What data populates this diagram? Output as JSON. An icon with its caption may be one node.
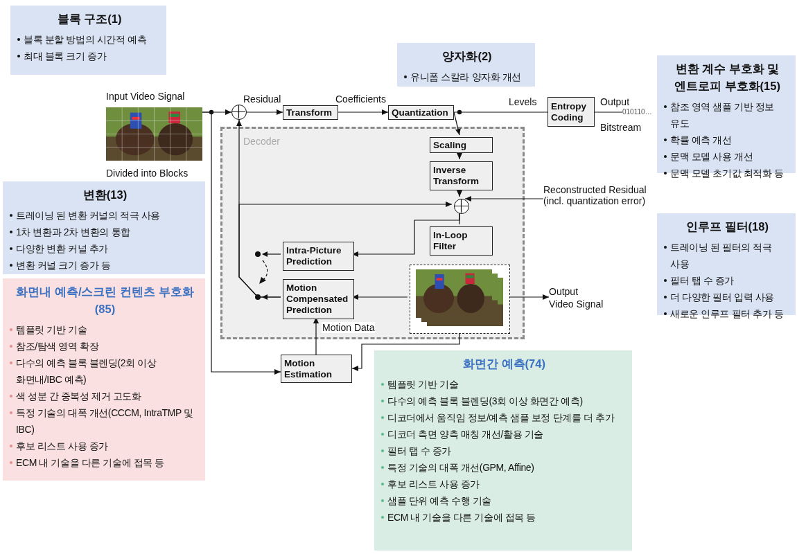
{
  "diagram": {
    "nodes": [
      {
        "text": [
          "블록 구조(1)",
          "블록 분할 방법의 시간적 예측",
          "최대 블록 크기 증가"
        ]
      },
      {
        "text": [
          "양자화(2)",
          "유니폼 스칼라 양자화 개선"
        ]
      },
      {
        "text": [
          "변환 계수 부호화 및 엔트로피 부호화(15)",
          "참조 영역 샘플 기반 정보 유도",
          "확률 예측 개선",
          "문맥 모델 사용 개선",
          "문맥 모델 초기값 최적화 등"
        ]
      },
      {
        "text": [],
        "shape": "picture",
        "beside": [
          "Input Video Signal",
          "Divided into Blocks"
        ]
      },
      {
        "text": [],
        "shape": "circle"
      },
      {
        "text": [
          "Transform"
        ]
      },
      {
        "text": [
          "Quantization"
        ]
      },
      {
        "text": [
          "Entropy Coding"
        ]
      },
      {
        "text": [
          "010110…"
        ],
        "beside": [
          "Output",
          "Bitstream"
        ]
      },
      {
        "text": [
          "Decoder"
        ]
      },
      {
        "text": [
          "변환(13)",
          "트레이닝 된 변환 커널의 적극 사용",
          "1차 변환과 2차 변환의 통합",
          "다양한 변환 커널 추가",
          "변환 커널 크기 증가 등"
        ]
      },
      {
        "text": [
          "Scaling"
        ],
        "in": 9
      },
      {
        "text": [
          "Inverse Transform"
        ],
        "in": 9
      },
      {
        "text": [],
        "shape": "circle",
        "in": 9
      },
      {
        "text": [
          "Reconstructed Residual (incl. quantization error)"
        ]
      },
      {
        "text": [
          "인루프 필터(18)",
          "트레이닝 된 필터의 적극 사용",
          "필터 탭 수 증가",
          "더 다양한 필터 입력 사용",
          "새로운 인루프 필터 추가 등"
        ]
      },
      {
        "text": [
          "In-Loop Filter"
        ],
        "in": 9
      },
      {
        "text": [
          "Intra-Picture Prediction"
        ],
        "in": 9
      },
      {
        "text": [
          "Motion Compensated Prediction"
        ],
        "in": 9
      },
      {
        "text": [],
        "shape": "picture",
        "in": 9
      },
      {
        "text": [
          "화면내 예측/스크린 컨텐츠 부호화(85)",
          "템플릿 기반 기술",
          "참조/탐색 영역 확장",
          "다수의 예측 블록 블렌딩(2회 이상 화면내/IBC 예측)",
          "색 성분 간 중복성 제거 고도화",
          "특정 기술의 대폭 개선(CCCM, IntraTMP 및 IBC)",
          "후보 리스트 사용 증가",
          "ECM 내 기술을 다른 기술에 접목 등"
        ]
      },
      {
        "text": [
          "Motion Estimation"
        ]
      },
      {
        "text": [
          "화면간 예측(74)",
          "템플릿 기반 기술",
          "다수의 예측 블록 블렌딩(3회 이상 화면간 예측)",
          "디코더에서 움직임 정보/예측 샘플 보정 단계를 더 추가",
          "디코더 측면 양측 매칭 개선/활용 기술",
          "필터 탭 수 증가",
          "특정 기술의 대폭 개선(GPM, Affine)",
          "후보 리스트 사용 증가",
          "샘플 단위 예측 수행 기술",
          "ECM 내 기술을 다른 기술에 접목 등"
        ]
      },
      {
        "text": [
          "Output",
          "Video Signal"
        ]
      }
    ],
    "edges": [
      {
        "from": 3,
        "to": 4,
        "arrow": "to"
      },
      {
        "from": 3,
        "to": 21,
        "arrow": "to"
      },
      {
        "from": 4,
        "to": 5,
        "arrow": "to",
        "label": "Residual"
      },
      {
        "from": 5,
        "to": 6,
        "arrow": "to",
        "label": "Coefficients"
      },
      {
        "from": 6,
        "to": 7,
        "arrow": "none",
        "label": "Levels"
      },
      {
        "from": 7,
        "to": 8,
        "arrow": "none"
      },
      {
        "from": 6,
        "to": 11,
        "arrow": "to"
      },
      {
        "from": 11,
        "to": 12,
        "arrow": "to"
      },
      {
        "from": 12,
        "to": 13,
        "arrow": "to"
      },
      {
        "from": 14,
        "to": 13,
        "arrow": "to"
      },
      {
        "from": 13,
        "to": 16,
        "arrow": "none"
      },
      {
        "from": 13,
        "to": 17,
        "arrow": "to"
      },
      {
        "from": 18,
        "to": 4,
        "arrow": "to"
      },
      {
        "from": 18,
        "to": 13,
        "arrow": "to"
      },
      {
        "from": 19,
        "to": 18,
        "arrow": "to"
      },
      {
        "from": 19,
        "to": 21,
        "arrow": "to"
      },
      {
        "from": 21,
        "to": 18,
        "arrow": "to",
        "label": "Motion Data"
      },
      {
        "from": 19,
        "to": 23,
        "arrow": "to"
      }
    ]
  }
}
